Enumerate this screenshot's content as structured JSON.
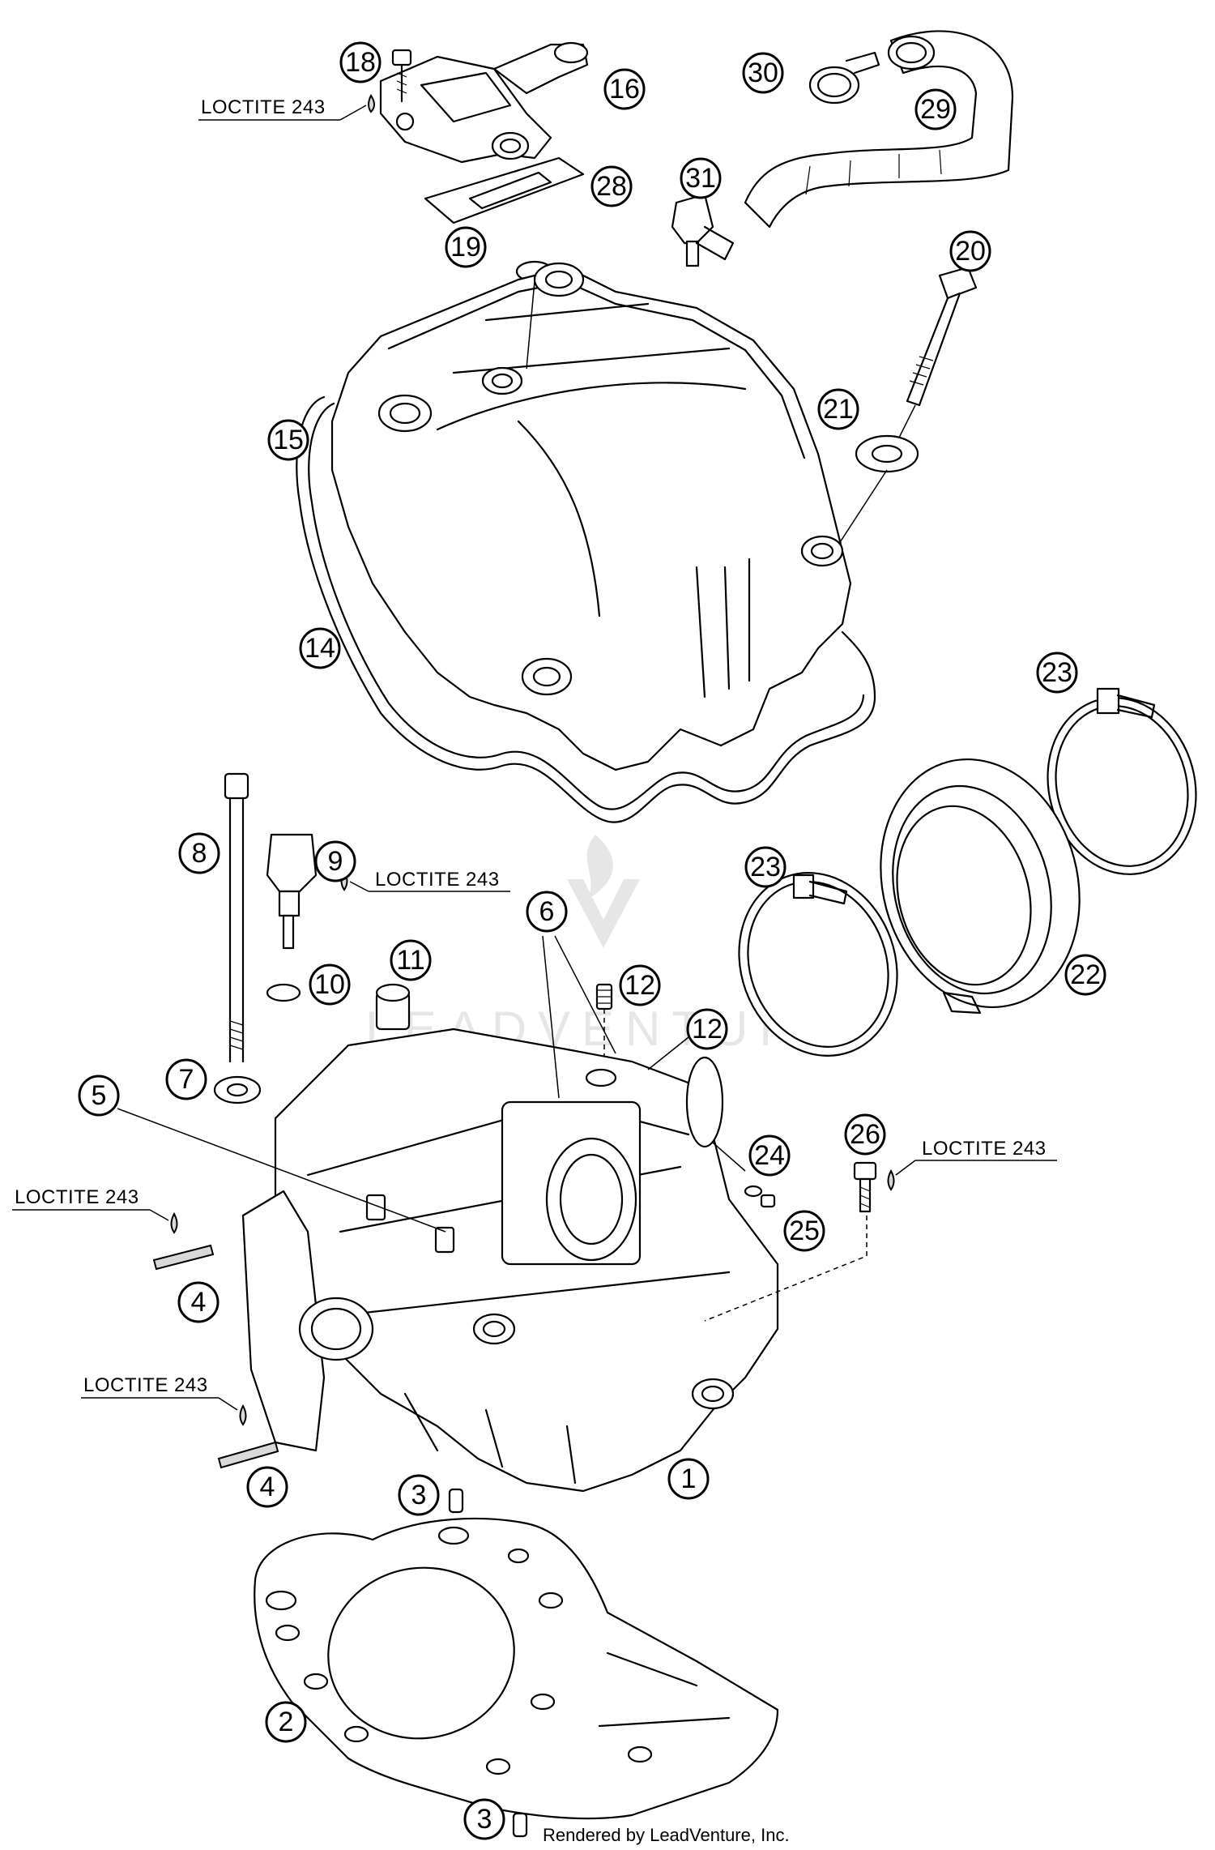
{
  "callouts": [
    {
      "label": "1"
    },
    {
      "label": "2"
    },
    {
      "label": "3"
    },
    {
      "label": "3"
    },
    {
      "label": "4"
    },
    {
      "label": "4"
    },
    {
      "label": "5"
    },
    {
      "label": "6"
    },
    {
      "label": "7"
    },
    {
      "label": "8"
    },
    {
      "label": "9"
    },
    {
      "label": "10"
    },
    {
      "label": "11"
    },
    {
      "label": "12"
    },
    {
      "label": "12"
    },
    {
      "label": "14"
    },
    {
      "label": "15"
    },
    {
      "label": "16"
    },
    {
      "label": "18"
    },
    {
      "label": "19"
    },
    {
      "label": "20"
    },
    {
      "label": "21"
    },
    {
      "label": "22"
    },
    {
      "label": "23"
    },
    {
      "label": "23"
    },
    {
      "label": "24"
    },
    {
      "label": "25"
    },
    {
      "label": "26"
    },
    {
      "label": "28"
    },
    {
      "label": "29"
    },
    {
      "label": "30"
    },
    {
      "label": "31"
    }
  ],
  "loctite_labels": [
    {
      "text": "LOCTITE 243"
    },
    {
      "text": "LOCTITE 243"
    },
    {
      "text": "LOCTITE 243"
    },
    {
      "text": "LOCTITE 243"
    },
    {
      "text": "LOCTITE 243"
    }
  ],
  "watermark": {
    "brand_text": "LEADVENTURE"
  },
  "credit": {
    "text": "Rendered by LeadVenture, Inc."
  }
}
